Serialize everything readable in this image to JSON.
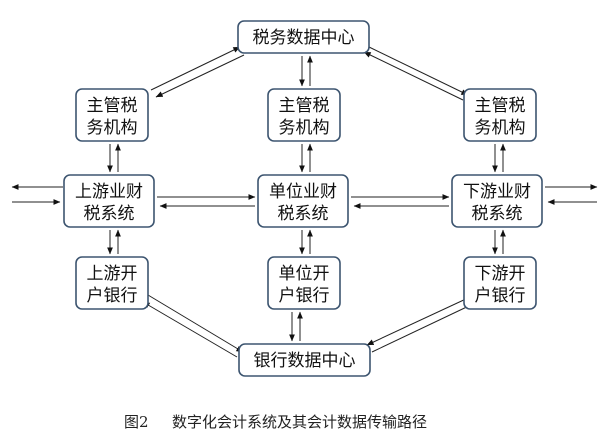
{
  "nodes": {
    "tax_center": {
      "lines": [
        "税务数据中心"
      ]
    },
    "tax_authority_left": {
      "lines": [
        "主管税",
        "务机构"
      ]
    },
    "tax_authority_center": {
      "lines": [
        "主管税",
        "务机构"
      ]
    },
    "tax_authority_right": {
      "lines": [
        "主管税",
        "务机构"
      ]
    },
    "upstream_system": {
      "lines": [
        "上游业财",
        "税系统"
      ]
    },
    "unit_system": {
      "lines": [
        "单位业财",
        "税系统"
      ]
    },
    "downstream_system": {
      "lines": [
        "下游业财",
        "税系统"
      ]
    },
    "upstream_bank": {
      "lines": [
        "上游开",
        "户银行"
      ]
    },
    "unit_bank": {
      "lines": [
        "单位开",
        "户银行"
      ]
    },
    "downstream_bank": {
      "lines": [
        "下游开",
        "户银行"
      ]
    },
    "bank_center": {
      "lines": [
        "银行数据中心"
      ]
    }
  },
  "caption": {
    "label": "图2",
    "text": "数字化会计系统及其会计数据传输路径"
  }
}
